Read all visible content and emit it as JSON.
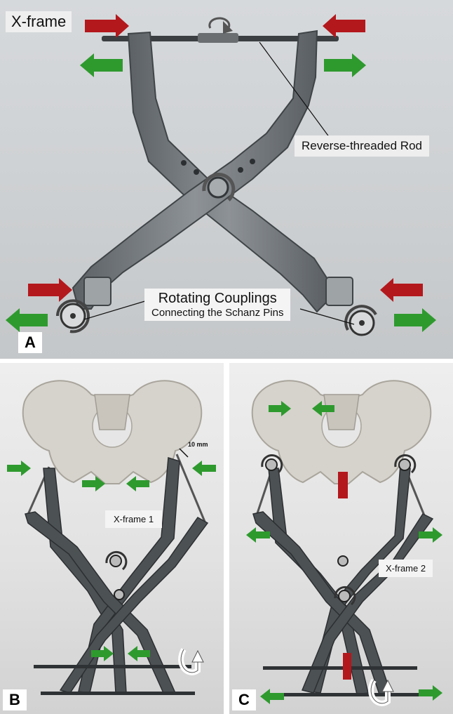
{
  "panel_a": {
    "letter": "A",
    "title": "X-frame",
    "rod_label": "Reverse-threaded Rod",
    "coupling_line1": "Rotating Couplings",
    "coupling_line2": "Connecting the Schanz Pins"
  },
  "panel_b": {
    "letter": "B",
    "frame_label": "X-frame 1",
    "measurement": "10 mm"
  },
  "panel_c": {
    "letter": "C",
    "frame_label": "X-frame 2"
  },
  "colors": {
    "red_arrow": "#b3181d",
    "green_arrow": "#2e9a2e",
    "metal": "#707578",
    "bone": "#d6d3cc"
  }
}
